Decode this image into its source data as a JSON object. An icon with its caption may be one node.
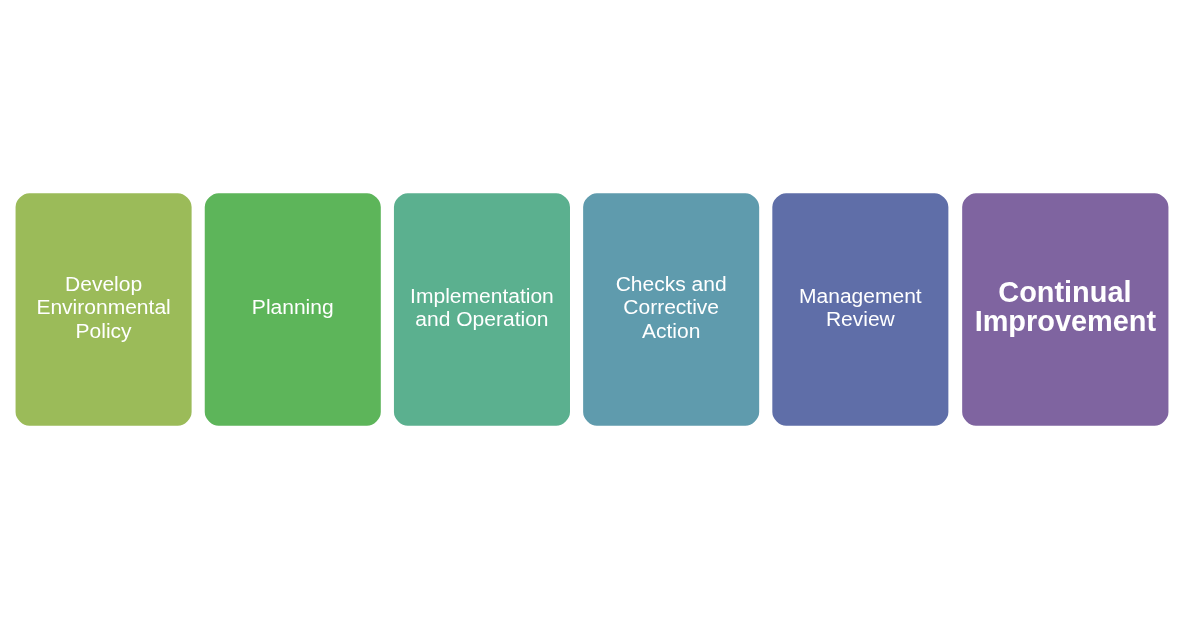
{
  "diagram": {
    "nodes": [
      {
        "text": [
          "Develop Environmental Policy"
        ]
      },
      {
        "text": [
          "Planning"
        ]
      },
      {
        "text": [
          "Implementation and Operation"
        ]
      },
      {
        "text": [
          "Checks and Corrective Action"
        ]
      },
      {
        "text": [
          "Management Review"
        ]
      },
      {
        "text": [
          "Continual Improvement"
        ]
      }
    ],
    "edges": []
  }
}
